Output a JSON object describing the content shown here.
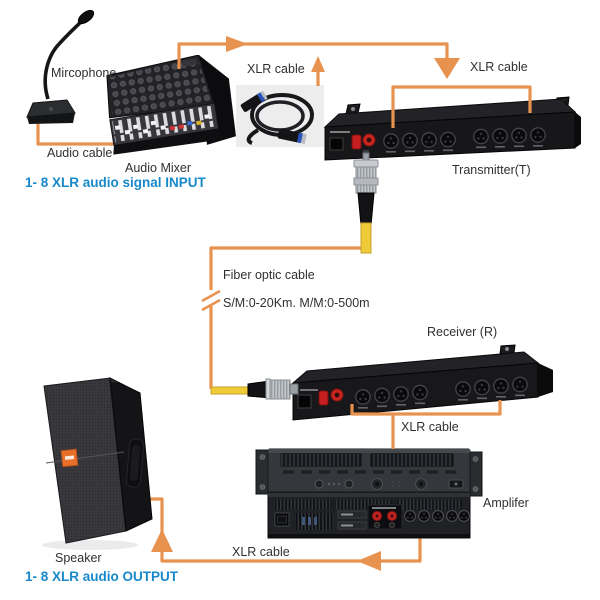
{
  "diagram": {
    "devices": {
      "microphone": "Mircophone",
      "audio_mixer": "Audio Mixer",
      "transmitter": "Transmitter(T)",
      "receiver": "Receiver (R)",
      "amplifier": "Amplifer",
      "speaker": "Speaker"
    },
    "cables": {
      "audio_cable": "Audio cable",
      "xlr_photo": "XLR cable",
      "xlr_into_transmitter": "XLR cable",
      "xlr_receiver_to_amp": "XLR cable",
      "xlr_amp_to_speaker": "XLR cable",
      "fiber_label": "Fiber optic cable",
      "fiber_spec": "S/M:0-20Km. M/M:0-500m"
    },
    "notes": {
      "input": "1- 8 XLR audio signal INPUT",
      "output": "1- 8 XLR audio OUTPUT"
    },
    "colors": {
      "arrow_orange": "#E8924F",
      "note_blue": "#1789CB",
      "fiber_yellow": "#EFCB38",
      "speaker_logo_orange": "#E8702A",
      "power_red": "#C5201F"
    }
  }
}
